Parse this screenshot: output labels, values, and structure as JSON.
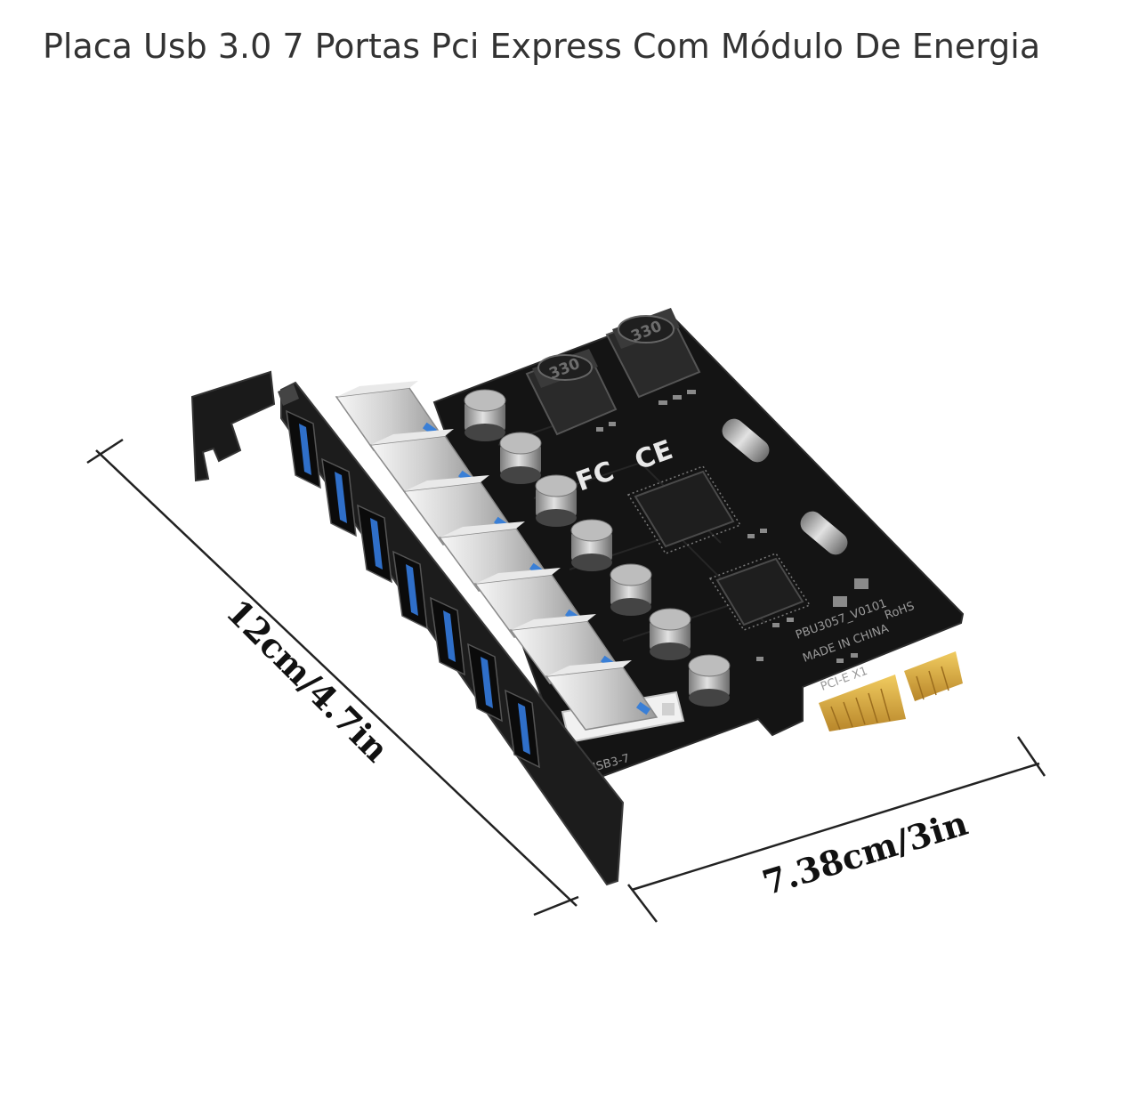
{
  "product": {
    "title": "Placa Usb 3.0 7 Portas Pci Express Com Módulo De Energia"
  },
  "image": {
    "dimension_length": "12cm/4.7in",
    "dimension_width": "7.38cm/3in",
    "inductor_label": "330",
    "fcc_mark": "FC",
    "ce_mark": "CE",
    "rohs_mark": "RoHS",
    "board_model": "PBU3057_V0101",
    "made_in": "MADE IN CHINA",
    "bus_label": "PCI-E X1",
    "port_label": "USB3-7"
  },
  "colors": {
    "pcb": "#141414",
    "bracket": "#1c1c1c",
    "usb_blue": "#2f6fc9",
    "gold_contacts": "#d7a733",
    "text": "#333333"
  }
}
